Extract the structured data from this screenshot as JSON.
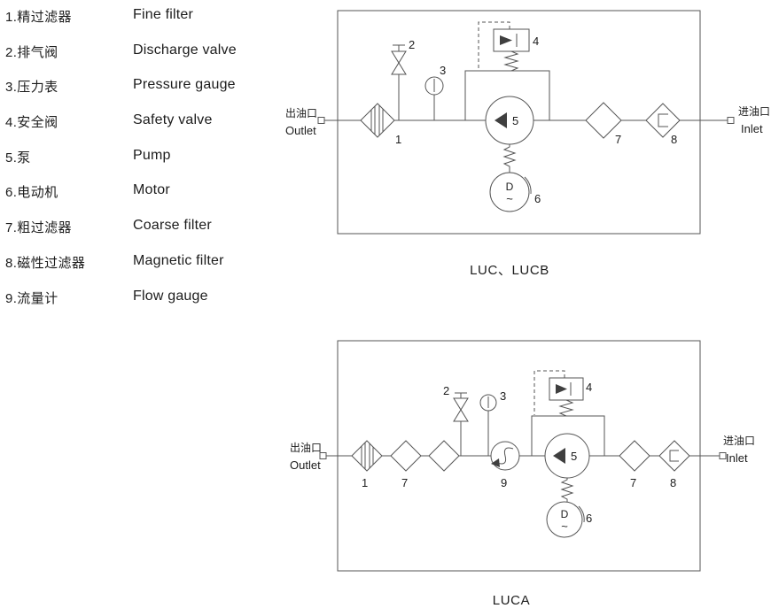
{
  "colors": {
    "line": "#555555",
    "text": "#1c1c1c"
  },
  "legend": {
    "items": [
      {
        "zh": "1.精过滤器",
        "en": "Fine filter"
      },
      {
        "zh": "2.排气阀",
        "en": "Discharge valve"
      },
      {
        "zh": "3.压力表",
        "en": "Pressure gauge"
      },
      {
        "zh": "4.安全阀",
        "en": "Safety valve"
      },
      {
        "zh": "5.泵",
        "en": "Pump"
      },
      {
        "zh": "6.电动机",
        "en": "Motor"
      },
      {
        "zh": "7.粗过滤器",
        "en": "Coarse filter"
      },
      {
        "zh": "8.磁性过滤器",
        "en": "Magnetic filter"
      },
      {
        "zh": "9.流量计",
        "en": "Flow gauge"
      }
    ]
  },
  "diagram_luc": {
    "title": "LUC、LUCB",
    "outlet_zh": "出油口",
    "outlet_en": "Outlet",
    "inlet_zh": "进油口",
    "inlet_en": "Inlet",
    "motor_letter": "D",
    "motor_wave": "~",
    "num": {
      "fine_filter": "1",
      "discharge_valve": "2",
      "pressure_gauge": "3",
      "safety_valve": "4",
      "pump": "5",
      "motor": "6",
      "coarse_filter": "7",
      "magnetic_filter": "8"
    }
  },
  "diagram_luca": {
    "title": "LUCA",
    "outlet_zh": "出油口",
    "outlet_en": "Outlet",
    "inlet_zh": "进油口",
    "inlet_en": "Inlet",
    "motor_letter": "D",
    "motor_wave": "~",
    "num": {
      "fine_filter": "1",
      "filter_left": "7",
      "discharge_valve": "2",
      "pressure_gauge": "3",
      "flow_gauge": "9",
      "safety_valve": "4",
      "pump": "5",
      "motor": "6",
      "coarse_filter": "7",
      "magnetic_filter": "8"
    }
  }
}
